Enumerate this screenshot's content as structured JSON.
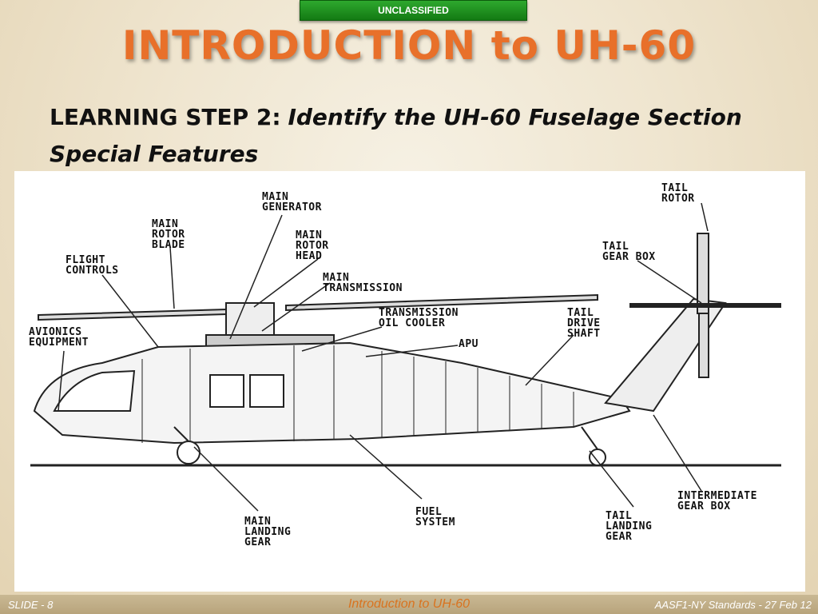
{
  "banner": "UNCLASSIFIED",
  "title": "INTRODUCTION to UH-60",
  "step": {
    "lead": "LEARNING STEP 2:",
    "desc": "Identify the UH-60 Fuselage Section Special Features"
  },
  "labels": {
    "main_generator": "MAIN\nGENERATOR",
    "tail_rotor": "TAIL\nROTOR",
    "main_rotor_blade": "MAIN\nROTOR\nBLADE",
    "main_rotor_head": "MAIN\nROTOR\nHEAD",
    "tail_gear_box": "TAIL\nGEAR BOX",
    "flight_controls": "FLIGHT\nCONTROLS",
    "main_transmission": "MAIN\nTRANSMISSION",
    "transmission_oil_cooler": "TRANSMISSION\nOIL COOLER",
    "tail_drive_shaft": "TAIL\nDRIVE\nSHAFT",
    "avionics_equipment": "AVIONICS\nEQUIPMENT",
    "apu": "APU",
    "intermediate_gear_box": "INTERMEDIATE\nGEAR BOX",
    "main_landing_gear": "MAIN\nLANDING\nGEAR",
    "fuel_system": "FUEL\nSYSTEM",
    "tail_landing_gear": "TAIL\nLANDING\nGEAR"
  },
  "footer": {
    "slide": "SLIDE - 8",
    "center": "Introduction to UH-60",
    "right": "AASF1-NY Standards  -  27 Feb 12"
  }
}
